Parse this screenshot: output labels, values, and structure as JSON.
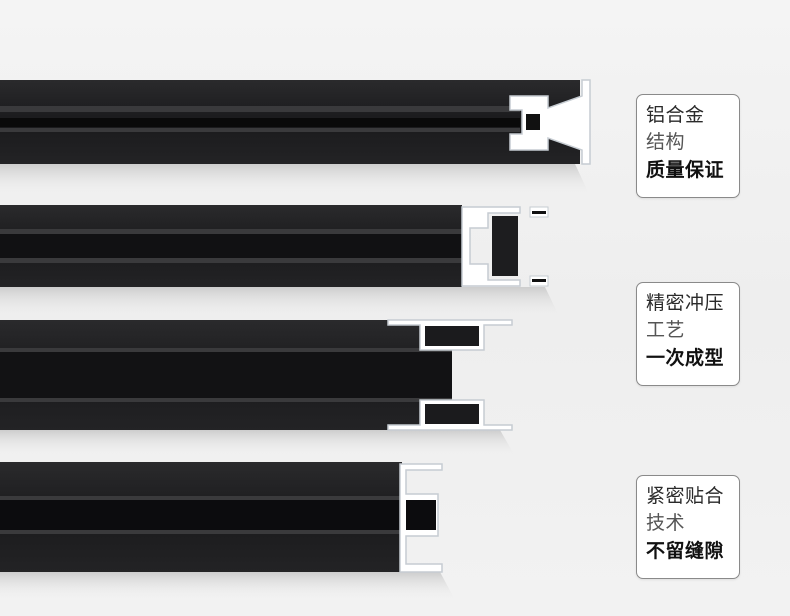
{
  "features": [
    {
      "title": "铝合金",
      "subtitle": "结构",
      "highlight": "质量保证"
    },
    {
      "title": "精密冲压",
      "subtitle": "工艺",
      "highlight": "一次成型"
    },
    {
      "title": "紧密贴合",
      "subtitle": "技术",
      "highlight": "不留缝隙"
    }
  ],
  "colors": {
    "background": "#f0f0f0",
    "frame_face": "#1c1c1e",
    "frame_slot": "#0b0b0b",
    "metal_edge": "#d8dde2",
    "card_border": "#8a8a8a"
  }
}
